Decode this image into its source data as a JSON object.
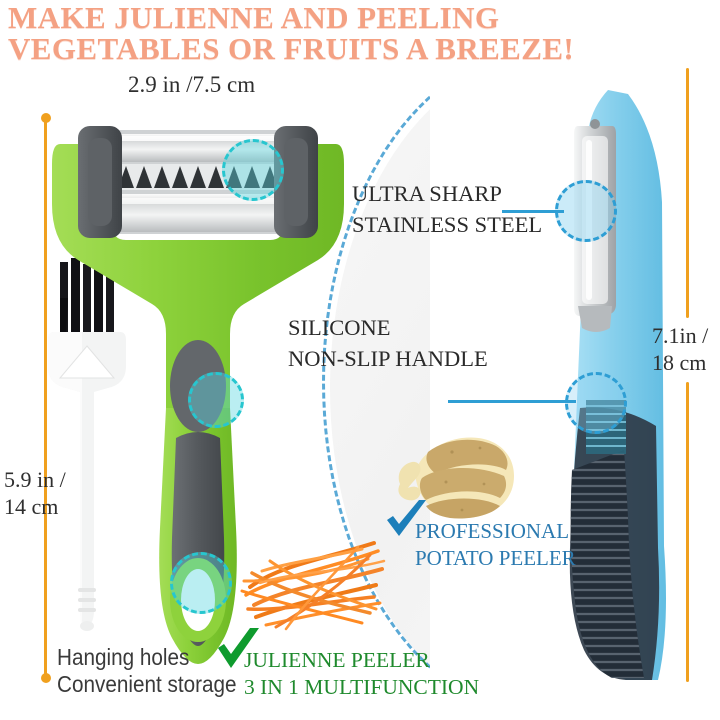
{
  "headline": {
    "line1": "MAKE JULIENNE AND PEELING",
    "line2": "VEGETABLES OR FRUITS A BREEZE!",
    "color": "#f4a183"
  },
  "dimensions": {
    "top": {
      "text": "2.9 in /7.5 cm",
      "label": "blade-width"
    },
    "left": {
      "line1": "5.9 in /",
      "line2": "14 cm",
      "label": "brush-length"
    },
    "right": {
      "line1": "7.1in /",
      "line2": "18 cm",
      "label": "potato-peeler-length"
    },
    "line_color": "#f0a01e"
  },
  "annotations": {
    "ultra_sharp": {
      "line1": "ULTRA SHARP",
      "line2": "STAINLESS STEEL"
    },
    "silicone": {
      "line1": "SILICONE",
      "line2": "NON-SLIP HANDLE"
    },
    "potato": {
      "line1": "PROFESSIONAL",
      "line2": "POTATO PEELER",
      "color": "#2b7ab0"
    },
    "julienne": {
      "line1": "JULIENNE PEELER",
      "line2": "3 IN 1 MULTIFUNCTION",
      "color": "#1f8a2d"
    },
    "hanging": {
      "line1": "Hanging holes",
      "line2": "Convenient storage"
    },
    "leader_color": "#2e9ed4"
  },
  "icons": {
    "green_check": "green-check-icon",
    "blue_check": "blue-check-icon",
    "highlight_circle": "dashed-highlight-circle-icon"
  },
  "products": {
    "julienne_peeler": "green-julienne-peeler",
    "potato_peeler": "blue-potato-peeler",
    "cleaning_brush": "white-cleaning-brush",
    "carrot_strands": "julienned-carrot-strands",
    "peeled_potato": "spiral-peeled-potato"
  },
  "colors": {
    "headline": "#f4a183",
    "green_body": "#8dd33a",
    "gray_grip": "#5b5f63",
    "blue_body": "#8fd3f0",
    "navy_grip": "#2e3a47",
    "orange": "#f0a01e",
    "accent_blue": "#2e9ed4",
    "green_text": "#1f8a2d",
    "blue_text": "#2b7ab0"
  }
}
